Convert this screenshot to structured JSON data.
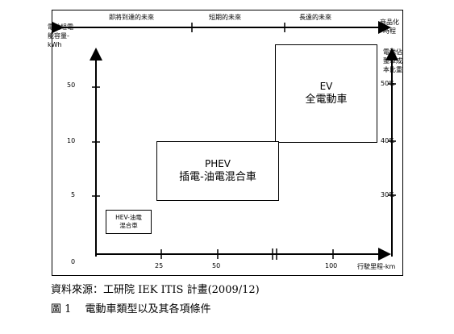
{
  "timeline": {
    "segments": [
      "即將到達的未來",
      "短期的未來",
      "長遠的未來"
    ],
    "right_label": [
      "商品化",
      "時程"
    ]
  },
  "left_axis": {
    "title": [
      "電池組電",
      "能容量-",
      "kWh"
    ],
    "ticks": [
      "50",
      "10",
      "5",
      "0"
    ]
  },
  "right_axis": {
    "title": [
      "電池佔",
      "整車成",
      "本比重"
    ],
    "ticks": [
      "50%",
      "40%",
      "30%"
    ]
  },
  "bottom_axis": {
    "ticks": [
      "25",
      "50",
      "100"
    ],
    "title": "行駛里程-km"
  },
  "boxes": {
    "ev": {
      "line1": "EV",
      "line2": "全電動車"
    },
    "phev": {
      "line1": "PHEV",
      "line2": "插電-油電混合車"
    },
    "hev": {
      "line1": "HEV-油電",
      "line2": "混合車"
    }
  },
  "captions": {
    "source": "資料來源：工研院 IEK ITIS 計畫(2009/12)",
    "figure": "圖 1　 電動車類型以及其各項條件"
  }
}
